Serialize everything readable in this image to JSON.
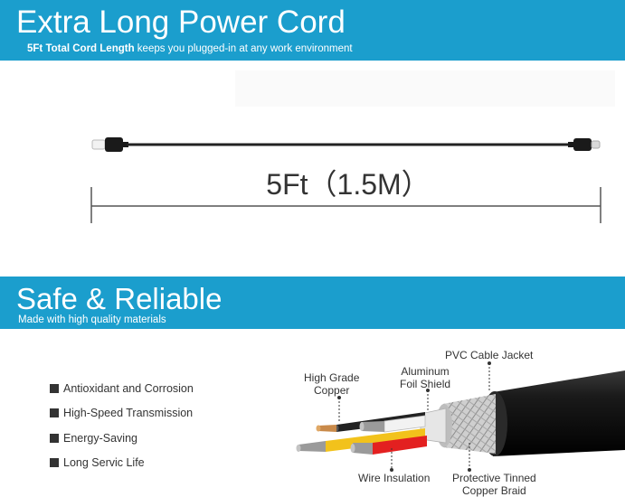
{
  "header": {
    "title": "Extra Long Power Cord",
    "subtitle_bold": "5Ft Total Cord Length",
    "subtitle_rest": " keeps you plugged-in at any work environment"
  },
  "length_label": "5Ft（1.5M）",
  "section2": {
    "title": "Safe & Reliable",
    "subtitle": "Made with high quality materials"
  },
  "features": [
    "Antioxidant and Corrosion",
    "High-Speed Transmission",
    "Energy-Saving",
    "Long Servic Life"
  ],
  "callouts": {
    "pvc_jacket": "PVC Cable Jacket",
    "copper_line1": "High Grade",
    "copper_line2": "Copper",
    "foil_line1": "Aluminum",
    "foil_line2": "Foil Shield",
    "wire_insulation": "Wire Insulation",
    "braid_line1": "Protective Tinned",
    "braid_line2": "Copper Braid"
  },
  "colors": {
    "banner": "#1b9ecd",
    "banner_text": "#ffffff",
    "body_text": "#333333"
  }
}
